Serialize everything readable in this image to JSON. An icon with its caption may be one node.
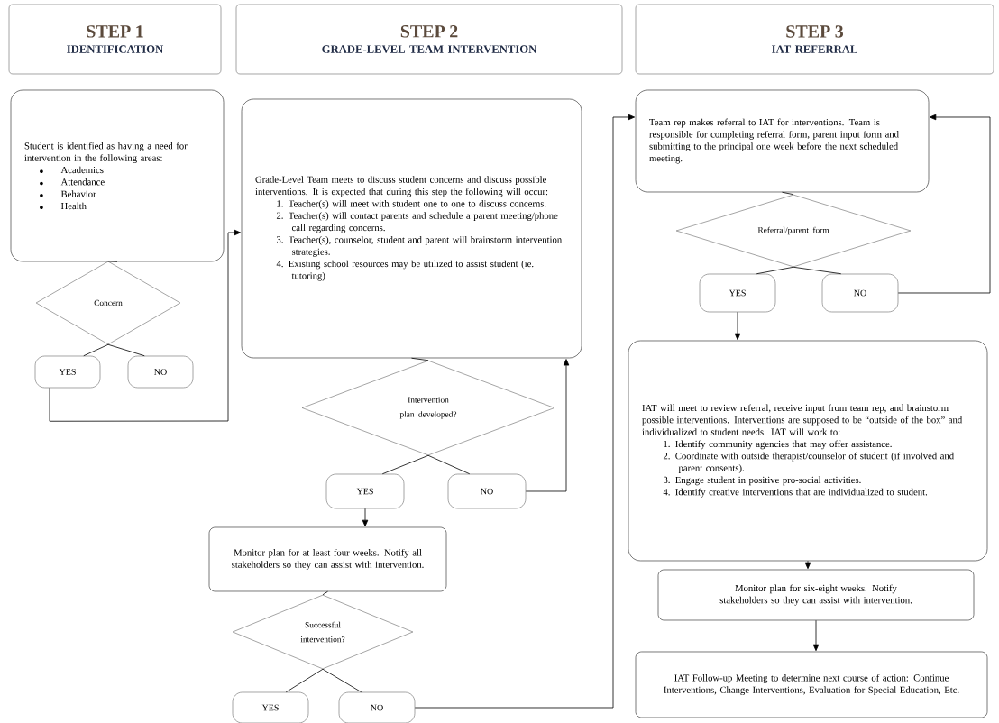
{
  "diagram": {
    "nodes": [
      {
        "text": [
          "STEP 1",
          "IDENTIFICATION"
        ]
      },
      {
        "text": [
          "STEP 2",
          "GRADE-LEVEL TEAM INTERVENTION"
        ]
      },
      {
        "text": [
          "STEP 3",
          "IAT REFERRAL"
        ]
      },
      {
        "text": [
          "Student is identified as having a need for intervention in the following areas:",
          "Academics",
          "Attendance",
          "Behavior",
          "Health"
        ]
      },
      {
        "text": [
          "Concern"
        ]
      },
      {
        "text": [
          "YES"
        ]
      },
      {
        "text": [
          "NO"
        ]
      },
      {
        "text": [
          "Grade-Level Team meets to discuss student concerns and discuss possible interventions. It is expected that during this step the following will occur:",
          "1. Teacher(s) will meet with student one to one to discuss concerns.",
          "2. Teacher(s) will contact parents and schedule a parent meeting/phone call regarding concerns.",
          "3. Teacher(s), counselor, student and parent will brainstorm intervention strategies.",
          "4. Existing school resources may be utilized to assist student (ie. tutoring)"
        ]
      },
      {
        "text": [
          "Intervention plan developed?"
        ]
      },
      {
        "text": [
          "YES"
        ]
      },
      {
        "text": [
          "NO"
        ]
      },
      {
        "text": [
          "Monitor plan for at least four weeks. Notify all stakeholders so they can assist with intervention."
        ]
      },
      {
        "text": [
          "Successful intervention?"
        ]
      },
      {
        "text": [
          "YES"
        ]
      },
      {
        "text": [
          "NO"
        ]
      },
      {
        "text": [
          "Team rep makes referral to IAT for interventions. Team is responsible for completing referral form, parent input form and submitting to the principal one week before the next scheduled meeting."
        ]
      },
      {
        "text": [
          "Referral/parent form"
        ]
      },
      {
        "text": [
          "YES"
        ]
      },
      {
        "text": [
          "NO"
        ]
      },
      {
        "text": [
          "IAT will meet to review referral, receive input from team rep, and brainstorm possible interventions. Interventions are supposed to be “outside of the box” and individualized to student needs. IAT will work to:",
          "1. Identify community agencies that may offer assistance.",
          "2. Coordinate with outside therapist/counselor of student (if involved and parent consents).",
          "3. Engage student in positive pro-social activities.",
          "4. Identify creative interventions that are individualized to student."
        ]
      },
      {
        "text": [
          "Monitor plan for six-eight weeks. Notify stakeholders so they can assist with intervention."
        ]
      },
      {
        "text": [
          "IAT Follow-up Meeting to determine next course of action: Continue Interventions, Change Interventions, Evaluation for Special Education, Etc."
        ]
      }
    ],
    "edges": [
      {
        "from": 3,
        "to": 4,
        "arrow": "none"
      },
      {
        "from": 4,
        "to": 5,
        "arrow": "none"
      },
      {
        "from": 4,
        "to": 6,
        "arrow": "none"
      },
      {
        "from": 5,
        "to": 7,
        "arrow": "to"
      },
      {
        "from": 7,
        "to": 8,
        "arrow": "none"
      },
      {
        "from": 8,
        "to": 9,
        "arrow": "none"
      },
      {
        "from": 8,
        "to": 10,
        "arrow": "none"
      },
      {
        "from": 10,
        "to": 7,
        "arrow": "to"
      },
      {
        "from": 9,
        "to": 11,
        "arrow": "to"
      },
      {
        "from": 11,
        "to": 12,
        "arrow": "none"
      },
      {
        "from": 12,
        "to": 13,
        "arrow": "none"
      },
      {
        "from": 12,
        "to": 14,
        "arrow": "none"
      },
      {
        "from": 14,
        "to": 15,
        "arrow": "to"
      },
      {
        "from": 15,
        "to": 16,
        "arrow": "none"
      },
      {
        "from": 16,
        "to": 17,
        "arrow": "none"
      },
      {
        "from": 16,
        "to": 18,
        "arrow": "none"
      },
      {
        "from": 18,
        "to": 15,
        "arrow": "to"
      },
      {
        "from": 17,
        "to": 19,
        "arrow": "to"
      },
      {
        "from": 19,
        "to": 20,
        "arrow": "to"
      },
      {
        "from": 20,
        "to": 21,
        "arrow": "to"
      }
    ]
  }
}
